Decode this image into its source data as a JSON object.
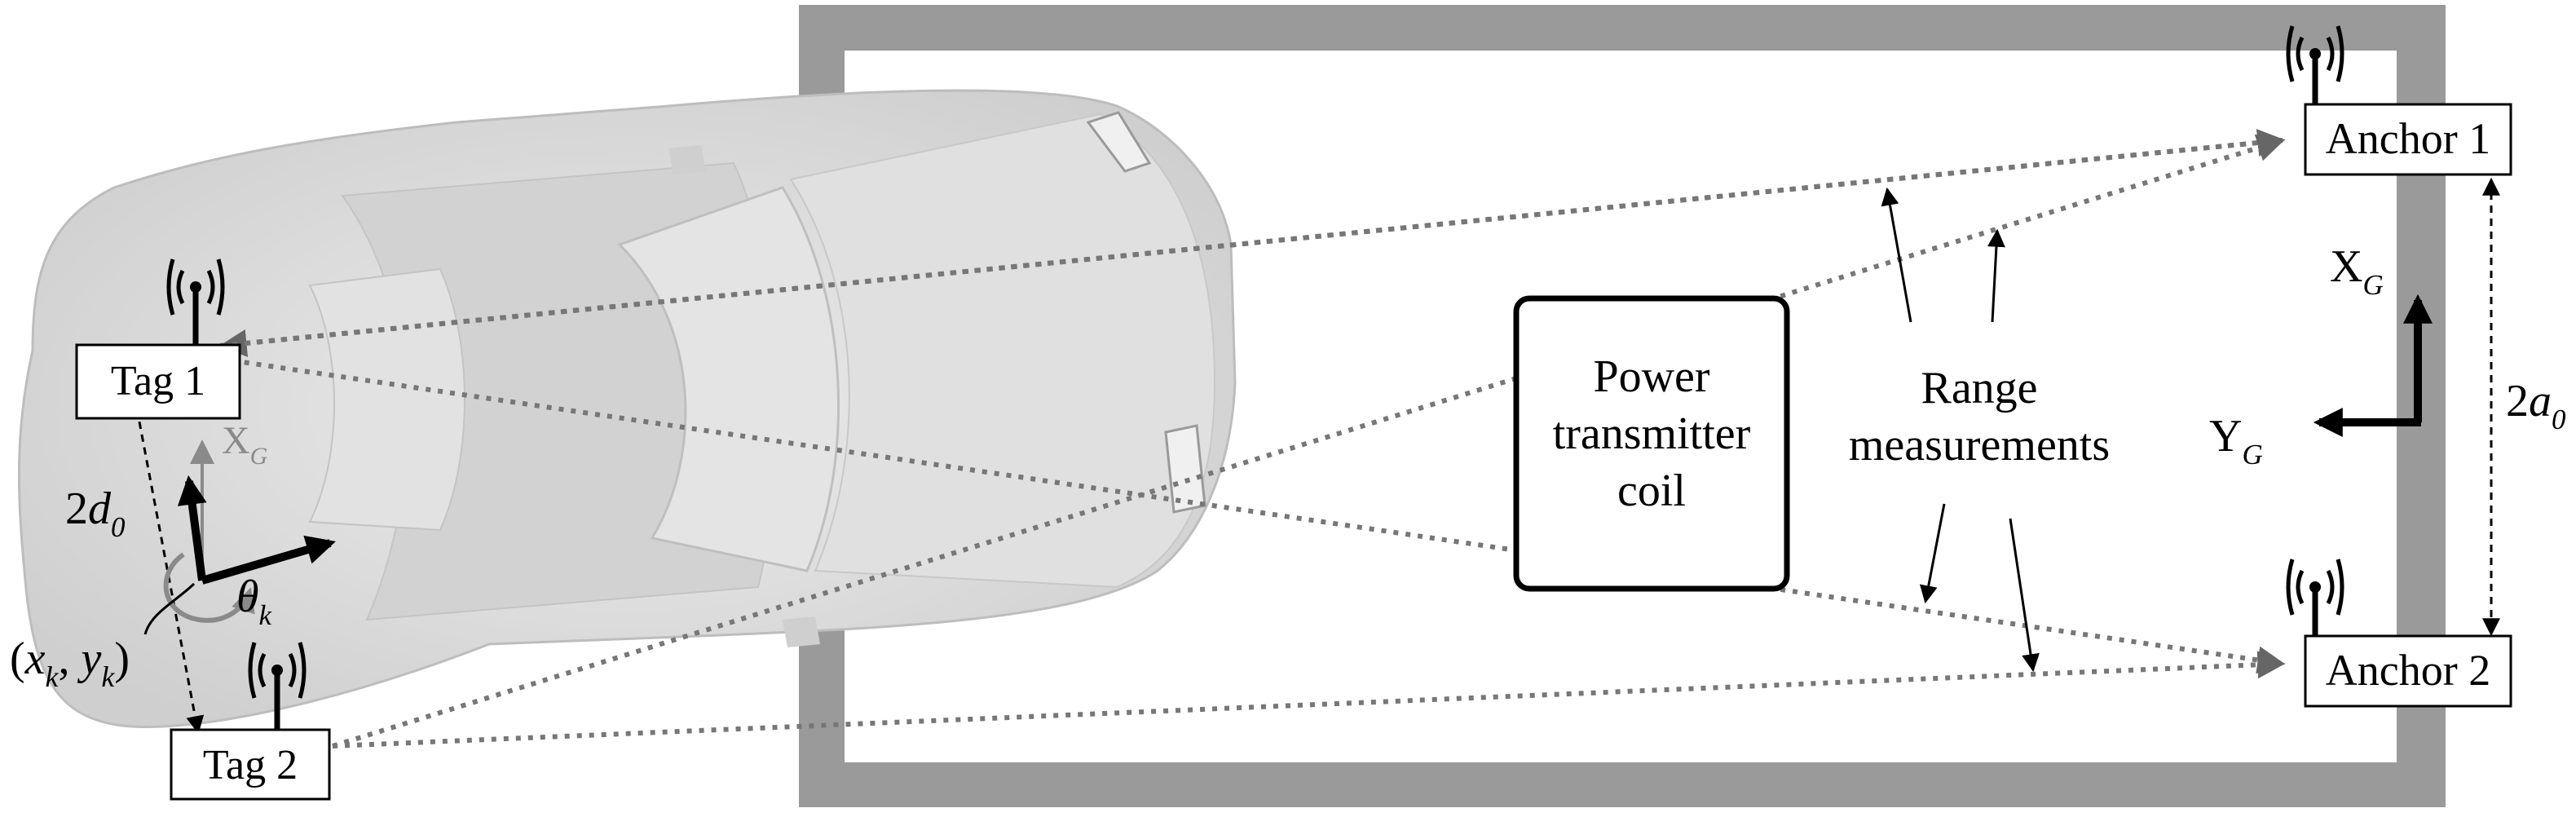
{
  "tags": [
    {
      "id": "tag1",
      "label": "Tag 1"
    },
    {
      "id": "tag2",
      "label": "Tag 2"
    }
  ],
  "anchors": [
    {
      "id": "anchor1",
      "label": "Anchor 1"
    },
    {
      "id": "anchor2",
      "label": "Anchor 2"
    }
  ],
  "power_coil": {
    "lines": [
      "Power",
      "transmitter",
      "coil"
    ]
  },
  "range_label": {
    "lines": [
      "Range",
      "measurements"
    ]
  },
  "symbols": {
    "x_axis": "X",
    "y_axis": "Y",
    "frame_sub": "G",
    "tag_spacing": "2d",
    "tag_spacing_sub": "0",
    "anchor_spacing": "2a",
    "anchor_spacing_sub": "0",
    "heading": "θ",
    "heading_sub": "k",
    "position": {
      "open": "(",
      "x": "x",
      "sep": ", ",
      "y": "y",
      "sub": "k",
      "close": ")"
    }
  },
  "colors": {
    "background": "#ffffff",
    "wall": "#9a9a9a",
    "car_body": "#dcdcdc",
    "car_roof": "#d0d0d0",
    "car_glass": "#e6e6e6",
    "ink": "#000000",
    "dotted": "#777777",
    "local_frame_gray": "#8a8a8a"
  }
}
